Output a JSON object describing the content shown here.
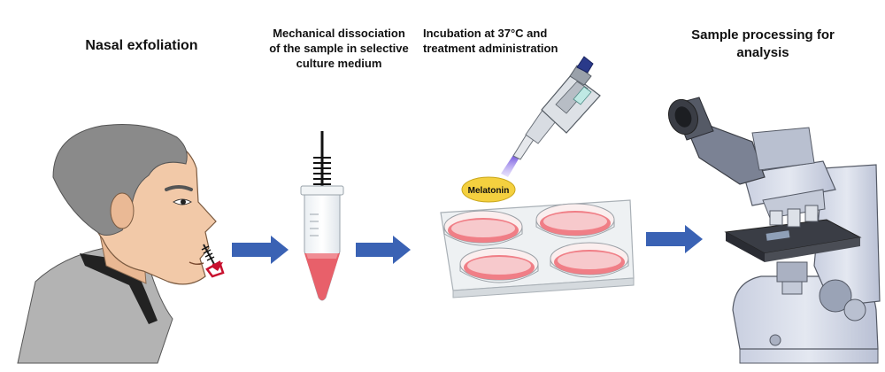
{
  "steps": [
    {
      "title_lines": [
        "Nasal exfoliation"
      ]
    },
    {
      "title_lines": [
        "Mechanical dissociation",
        "of the sample in selective",
        "culture medium"
      ]
    },
    {
      "title_lines": [
        "Incubation at 37°C and",
        "treatment administration"
      ]
    },
    {
      "title_lines": [
        "Sample processing for",
        "analysis"
      ]
    }
  ],
  "treatment_label": "Melatonin",
  "colors": {
    "arrow": "#3a62b4",
    "medium": "#e8606a",
    "dish_fill": "#f7c9cc",
    "label_badge": "#f4d03f",
    "skin": "#f2c9a8",
    "hair": "#8a8a8a",
    "shirt": "#b3b3b3"
  },
  "icons": [
    "person-head-icon",
    "nasal-swab-icon",
    "tube-icon",
    "pipette-icon",
    "petri-dish-icon",
    "microscope-icon",
    "arrow-right-icon"
  ]
}
